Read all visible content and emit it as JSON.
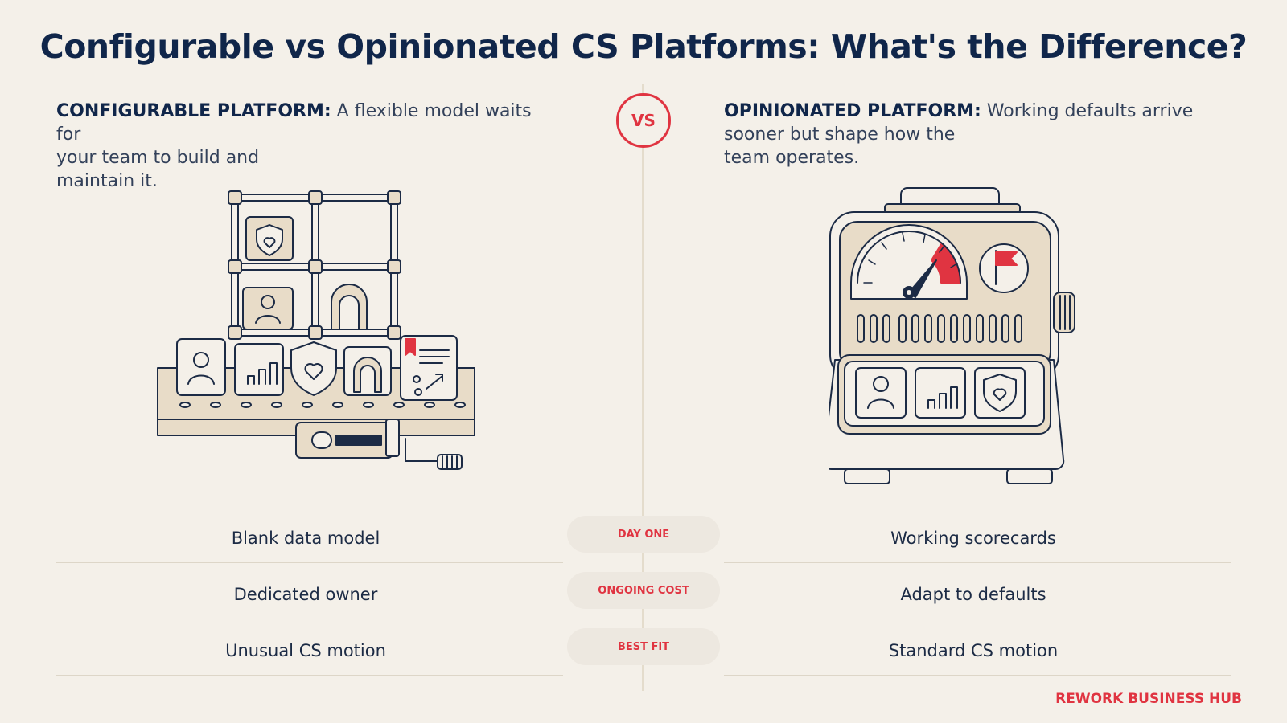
{
  "title": "Configurable vs Opinionated CS Platforms: What's the Difference?",
  "vs_label": "VS",
  "left": {
    "heading": "CONFIGURABLE PLATFORM:",
    "desc_line1": "A flexible model waits for",
    "desc_line2": "your team to build and",
    "desc_line3": "maintain it."
  },
  "right": {
    "heading": "OPINIONATED PLATFORM:",
    "desc_line1": "Working defaults arrive",
    "desc_line2": "sooner but shape how the",
    "desc_line3": "team operates."
  },
  "rows": [
    {
      "left": "Blank data model",
      "label": "DAY ONE",
      "right": "Working scorecards"
    },
    {
      "left": "Dedicated owner",
      "label": "ONGOING COST",
      "right": "Adapt to defaults"
    },
    {
      "left": "Unusual CS motion",
      "label": "BEST FIT",
      "right": "Standard CS motion"
    }
  ],
  "brand": "REWORK BUSINESS HUB",
  "colors": {
    "accent": "#e03441",
    "navy": "#10264a",
    "background": "#f4f0e9",
    "beige": "#e8dcc8"
  }
}
